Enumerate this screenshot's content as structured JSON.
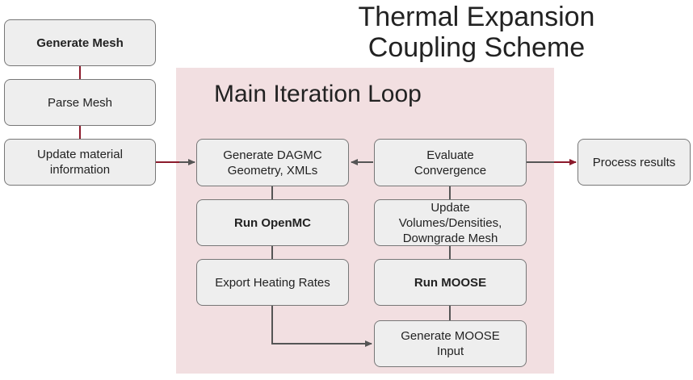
{
  "title": {
    "line1": "Thermal Expansion",
    "line2": "Coupling Scheme"
  },
  "loop": {
    "label": "Main Iteration Loop"
  },
  "nodes": {
    "generate_mesh": "Generate Mesh",
    "parse_mesh": "Parse Mesh",
    "update_material": {
      "line1": "Update material",
      "line2": "information"
    },
    "generate_dagmc": {
      "line1": "Generate DAGMC",
      "line2": "Geometry, XMLs"
    },
    "run_openmc": "Run OpenMC",
    "export_heating": "Export Heating Rates",
    "evaluate_convergence": {
      "line1": "Evaluate",
      "line2": "Convergence"
    },
    "update_volumes": {
      "line1": "Update",
      "line2": "Volumes/Densities,",
      "line3": "Downgrade Mesh"
    },
    "run_moose": "Run MOOSE",
    "generate_moose_input": {
      "line1": "Generate MOOSE",
      "line2": "Input"
    },
    "process_results": "Process results"
  },
  "colors": {
    "accent_red": "#8b1a2b",
    "arrow_gray": "#555555",
    "panel": "#f2dfe1",
    "node_fill": "#eeeeee"
  }
}
